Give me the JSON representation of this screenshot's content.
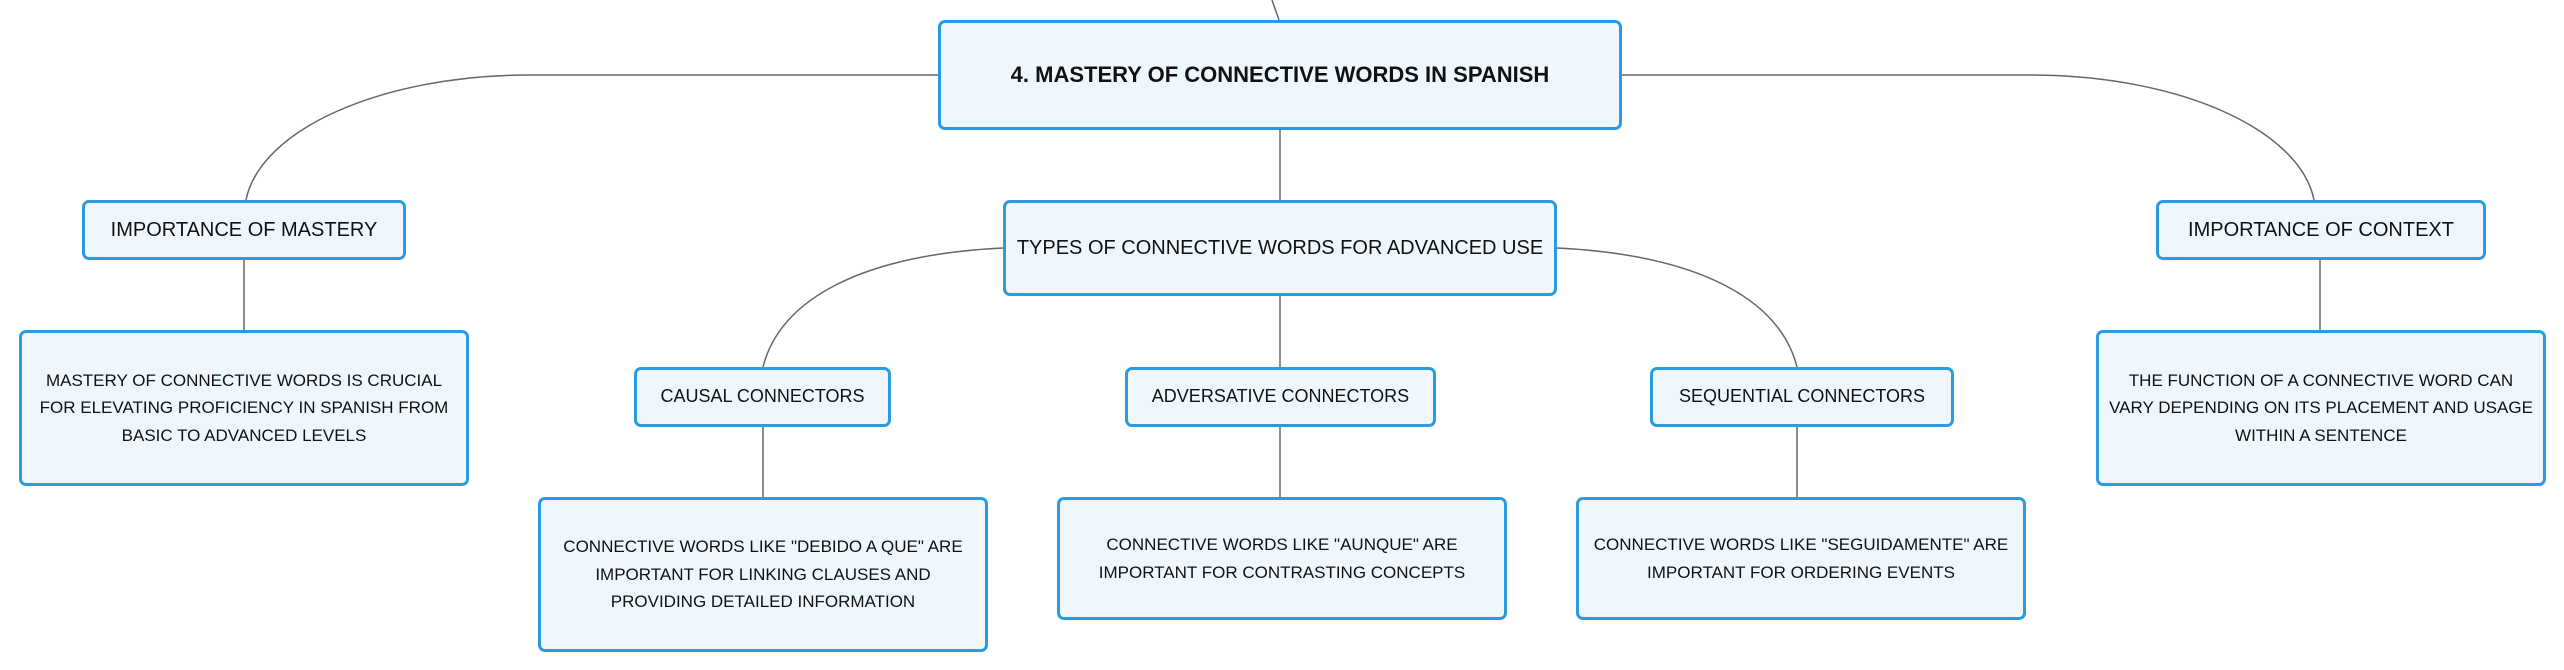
{
  "root": {
    "label": "4. MASTERY OF CONNECTIVE WORDS IN SPANISH"
  },
  "branches": {
    "importance_mastery": {
      "label": "IMPORTANCE OF MASTERY",
      "detail": "MASTERY OF CONNECTIVE WORDS IS CRUCIAL FOR ELEVATING PROFICIENCY IN SPANISH FROM BASIC TO ADVANCED LEVELS"
    },
    "types": {
      "label": "TYPES OF CONNECTIVE WORDS FOR ADVANCED USE",
      "causal": {
        "label": "CAUSAL CONNECTORS",
        "detail": "CONNECTIVE WORDS LIKE \"DEBIDO A QUE\" ARE IMPORTANT FOR LINKING CLAUSES AND PROVIDING DETAILED INFORMATION"
      },
      "adversative": {
        "label": "ADVERSATIVE CONNECTORS",
        "detail": "CONNECTIVE WORDS LIKE \"AUNQUE\" ARE IMPORTANT FOR CONTRASTING CONCEPTS"
      },
      "sequential": {
        "label": "SEQUENTIAL CONNECTORS",
        "detail": "CONNECTIVE WORDS LIKE \"SEGUIDAMENTE\" ARE IMPORTANT FOR ORDERING EVENTS"
      }
    },
    "importance_context": {
      "label": "IMPORTANCE OF CONTEXT",
      "detail": "THE FUNCTION OF A CONNECTIVE WORD CAN VARY DEPENDING ON ITS PLACEMENT AND USAGE WITHIN A SENTENCE"
    }
  },
  "colors": {
    "node_border": "#2b9be0",
    "node_fill": "#eef7fd",
    "connector": "#666666",
    "text": "#111111"
  }
}
